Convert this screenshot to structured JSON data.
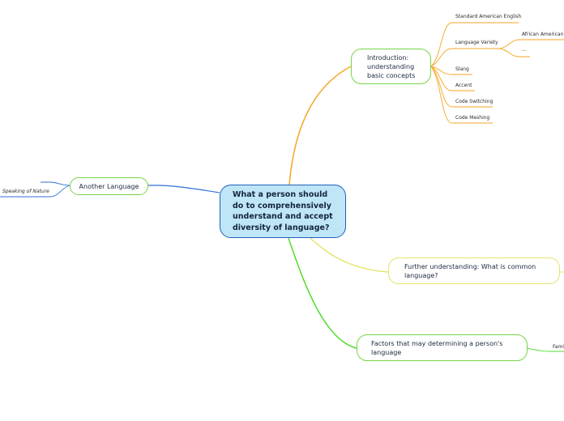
{
  "central": {
    "label": "What a person should do to comprehensively understand and accept diversity of language?"
  },
  "intro": {
    "label": "Introduction: understanding basic concepts",
    "children": [
      {
        "label": "Standard American English"
      },
      {
        "label": "Language Variety",
        "children": [
          {
            "label": "African American V"
          },
          {
            "label": "..."
          }
        ]
      },
      {
        "label": "Slang"
      },
      {
        "label": "Accent"
      },
      {
        "label": "Code Switching"
      },
      {
        "label": "Code Meshing"
      }
    ]
  },
  "further": {
    "label": "Further understanding: What is common language?"
  },
  "factors": {
    "label": "Factors that may determining a person's language",
    "children": [
      {
        "label": "Fami"
      }
    ]
  },
  "another": {
    "label": "Another Language",
    "children": [
      {
        "label": "Speaking of Nature"
      }
    ]
  },
  "colors": {
    "central_fill": "#bfe6f7",
    "central_border": "#1f5fbf",
    "branch_intro": "#f5a623",
    "branch_further": "#e4e46c",
    "branch_factors": "#4fdc2c",
    "branch_another": "#2f6fd6",
    "node_border_green": "#77d447"
  }
}
